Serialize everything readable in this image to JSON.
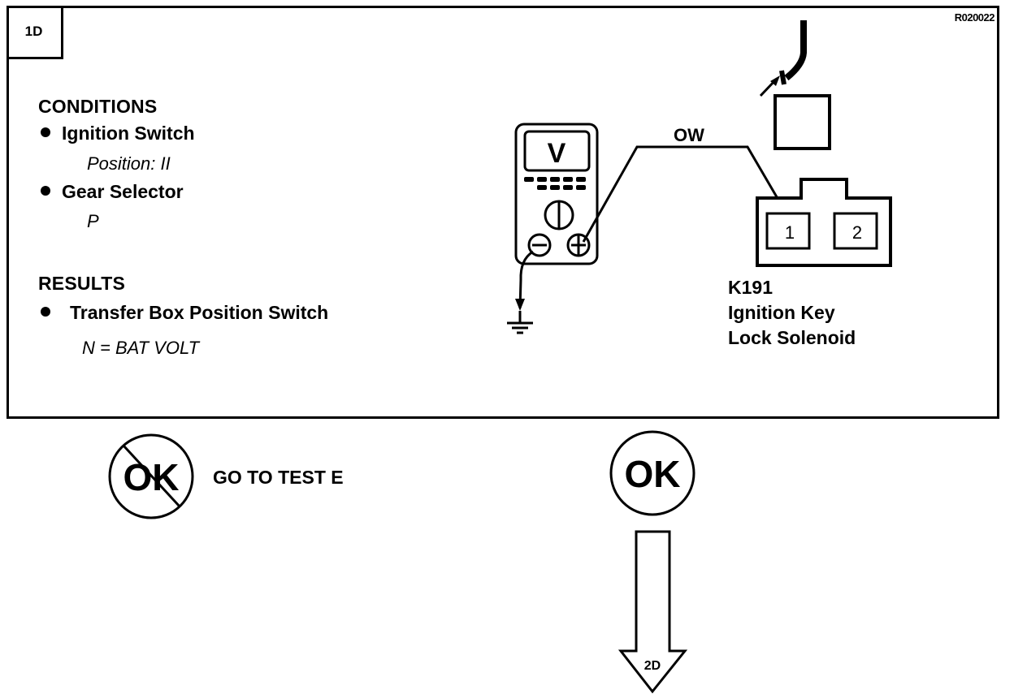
{
  "step": {
    "id": "1D",
    "reference": "R020022"
  },
  "conditions": {
    "heading": "CONDITIONS",
    "items": [
      {
        "label": "Ignition Switch",
        "value": "Position: II"
      },
      {
        "label": "Gear Selector",
        "value": "P"
      }
    ]
  },
  "results": {
    "heading": "RESULTS",
    "items": [
      {
        "label": "Transfer Box Position Switch",
        "value": "N = BAT VOLT"
      }
    ]
  },
  "meter": {
    "mode_symbol": "V",
    "negative_terminal": "−",
    "positive_terminal": "+"
  },
  "wire": {
    "color_code": "OW"
  },
  "connector": {
    "pins": [
      "1",
      "2"
    ],
    "probed_pin": "1",
    "code": "K191",
    "name_line1": "Ignition Key",
    "name_line2": "Lock Solenoid"
  },
  "outcomes": {
    "not_ok": {
      "symbol": "OK",
      "action": "GO TO TEST E"
    },
    "ok": {
      "symbol": "OK",
      "next_step": "2D"
    }
  }
}
